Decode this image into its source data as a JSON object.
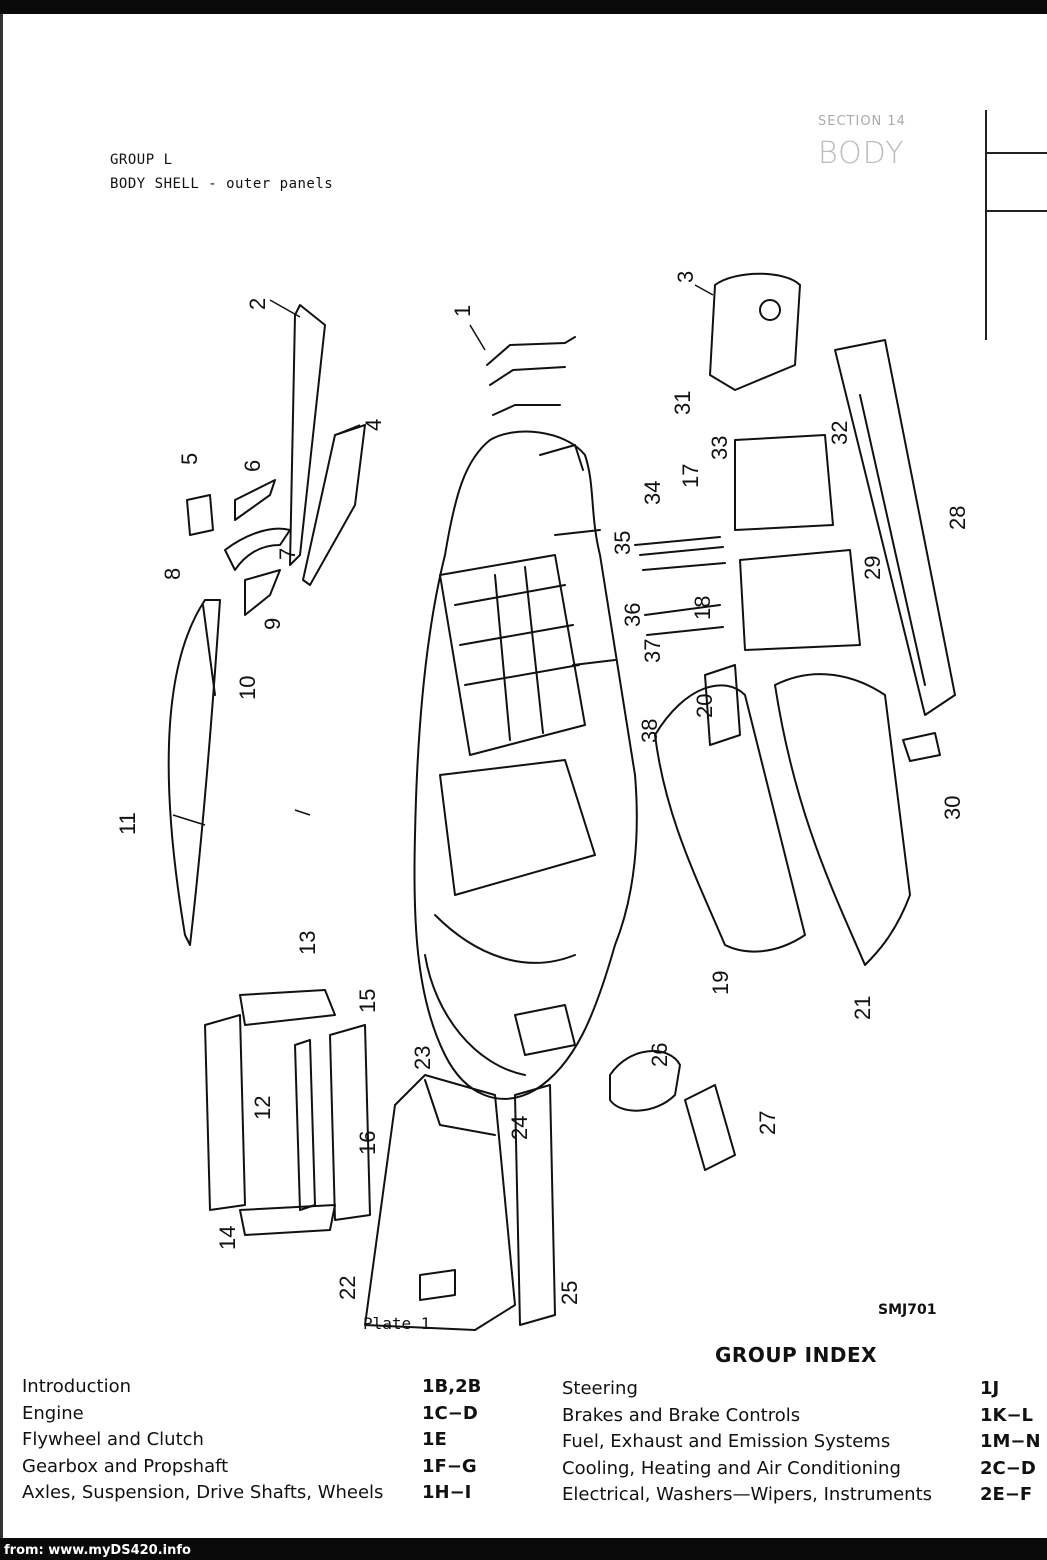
{
  "header": {
    "group": "GROUP L",
    "subtitle": "BODY SHELL - outer panels",
    "section_label": "SECTION 14",
    "section_title": "BODY"
  },
  "diagram": {
    "callouts": [
      "1",
      "2",
      "3",
      "4",
      "5",
      "6",
      "7",
      "8",
      "9",
      "10",
      "11",
      "12",
      "13",
      "14",
      "15",
      "16",
      "17",
      "18",
      "19",
      "20",
      "21",
      "22",
      "23",
      "24",
      "25",
      "26",
      "27",
      "28",
      "29",
      "30",
      "31",
      "32",
      "33",
      "34",
      "35",
      "36",
      "37",
      "38"
    ],
    "plate_caption": "Plate 1",
    "drawing_code": "SMJ701"
  },
  "group_index": {
    "title": "GROUP INDEX",
    "left": [
      {
        "label": "Introduction",
        "pages": "1B,2B"
      },
      {
        "label": "Engine",
        "pages": "1C−D"
      },
      {
        "label": "Flywheel and Clutch",
        "pages": "1E"
      },
      {
        "label": "Gearbox and Propshaft",
        "pages": "1F−G"
      },
      {
        "label": "Axles, Suspension, Drive Shafts, Wheels",
        "pages": "1H−I"
      }
    ],
    "right": [
      {
        "label": "Steering",
        "pages": "1J"
      },
      {
        "label": "Brakes and Brake Controls",
        "pages": "1K−L"
      },
      {
        "label": "Fuel, Exhaust and Emission Systems",
        "pages": "1M−N"
      },
      {
        "label": "Cooling, Heating and Air Conditioning",
        "pages": "2C−D"
      },
      {
        "label": "Electrical, Washers—Wipers, Instruments",
        "pages": "2E−F"
      }
    ]
  },
  "footer": {
    "source": "from: www.myDS420.info"
  }
}
